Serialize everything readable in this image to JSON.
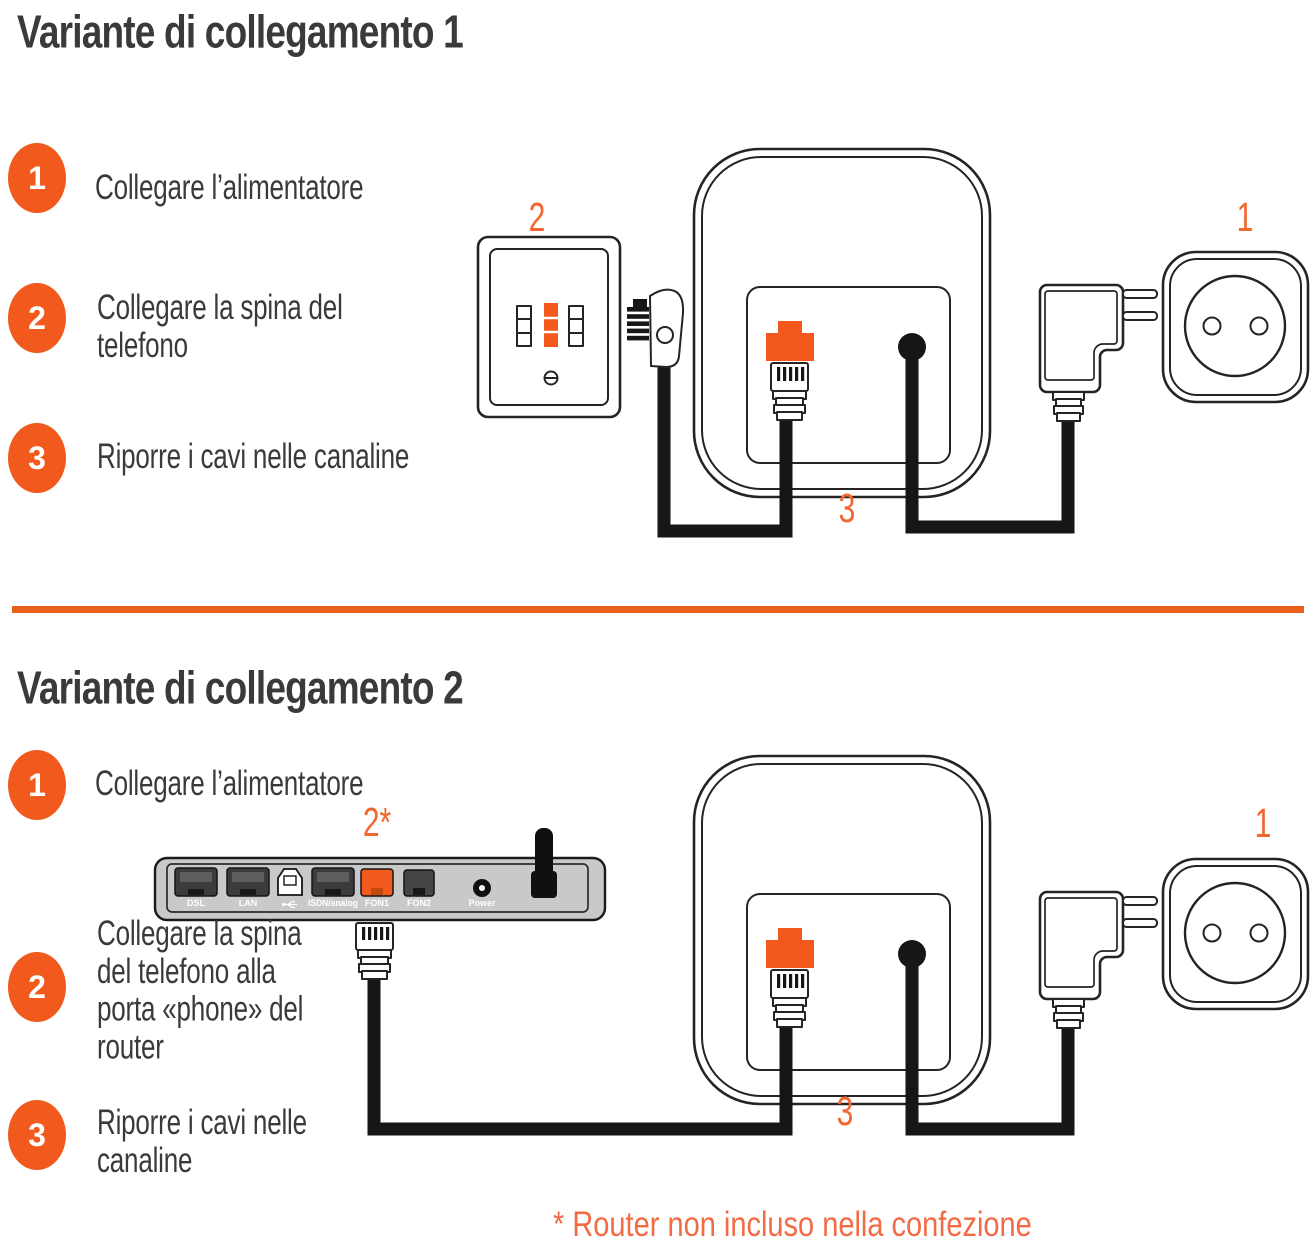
{
  "theme": {
    "accent_orange": "#F1591D",
    "divider_orange": "#E8601C",
    "diagram_label_orange": "#F2672F",
    "footer_orange": "#F26B44",
    "text_gray": "#3A3A3A",
    "router_body_gray": "#C9C9C9"
  },
  "section1": {
    "title": "Variante di collegamento 1",
    "steps": [
      {
        "num": "1",
        "text": "Collegare l’alimentatore"
      },
      {
        "num": "2",
        "text": "Collegare la spina del\ntelefono"
      },
      {
        "num": "3",
        "text": "Riporre i cavi nelle canaline"
      }
    ],
    "labels": {
      "wall_socket": "2",
      "power_outlet": "1",
      "cables": "3"
    }
  },
  "section2": {
    "title": "Variante di collegamento 2",
    "steps": [
      {
        "num": "1",
        "text": "Collegare l’alimentatore"
      },
      {
        "num": "2",
        "text": "Collegare la spina\ndel telefono alla\nporta «phone» del\nrouter"
      },
      {
        "num": "3",
        "text": "Riporre i cavi nelle\ncanaline"
      }
    ],
    "labels": {
      "router": "2*",
      "power_outlet": "1",
      "cables": "3"
    },
    "router_ports": {
      "dsl": "DSL",
      "lan": "LAN",
      "usb_icon": "usb-trident-icon",
      "isdn": "ISDN/analog",
      "fon1": "FON1",
      "fon2": "FON2",
      "power": "Power"
    }
  },
  "footer": {
    "note": "* Router non incluso nella confezione"
  }
}
